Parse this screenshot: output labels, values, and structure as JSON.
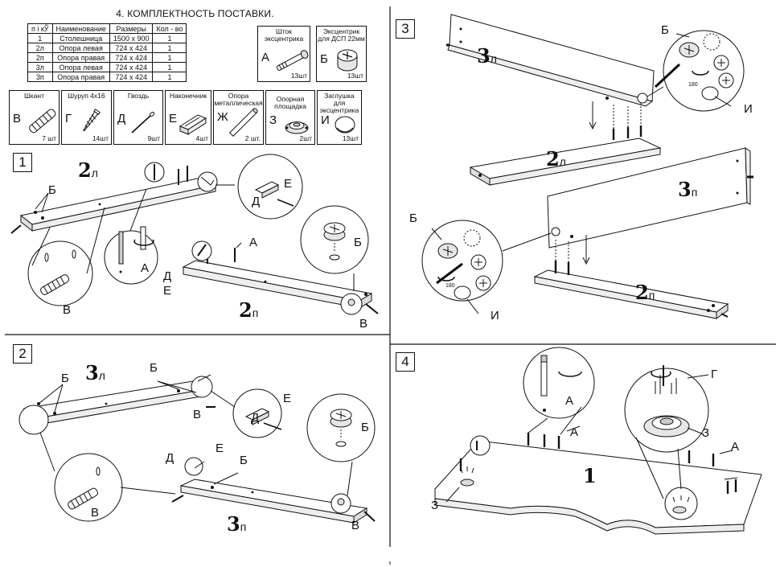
{
  "header": {
    "title": "4. КОМПЛЕКТНОСТЬ ПОСТАВКИ."
  },
  "table": {
    "headers": [
      "п  і кЎ",
      "Наименование",
      "Размеры",
      "Кол - во"
    ],
    "rows": [
      [
        "1",
        "Столешница",
        "1500 x 900",
        "1"
      ],
      [
        "2л",
        "Опора левая",
        "724 x 424",
        "1"
      ],
      [
        "2п",
        "Опора правая",
        "724 x 424",
        "1"
      ],
      [
        "3л",
        "Опора левая",
        "724 x 424",
        "1"
      ],
      [
        "3п",
        "Опора правая",
        "724 x 424",
        "1"
      ]
    ]
  },
  "parts": [
    {
      "letter": "А",
      "name": "Шток эксцентрика",
      "qty": "13шт",
      "icon": "eccentric-rod-icon"
    },
    {
      "letter": "Б",
      "name": "Эксцентрик для ДСП 22мм",
      "qty": "13шт",
      "icon": "eccentric-cam-icon"
    },
    {
      "letter": "В",
      "name": "Шкант",
      "qty": "7 шт",
      "icon": "dowel-icon"
    },
    {
      "letter": "Г",
      "name": "Шуруп 4x16",
      "qty": "14шт",
      "icon": "screw-icon"
    },
    {
      "letter": "Д",
      "name": "Гвоздь",
      "qty": "9шт",
      "icon": "nail-icon"
    },
    {
      "letter": "Е",
      "name": "Наконечник",
      "qty": "4шт",
      "icon": "end-cap-icon"
    },
    {
      "letter": "Ж",
      "name": "Опора металлическая",
      "qty": "2 шт.",
      "icon": "metal-support-icon"
    },
    {
      "letter": "З",
      "name": "Опорная площадка",
      "qty": "2шт",
      "icon": "support-pad-icon"
    },
    {
      "letter": "И",
      "name": "Заглушка для эксцентрика",
      "qty": "13шт",
      "icon": "cam-cap-icon"
    }
  ],
  "steps": {
    "s1": {
      "num": "1",
      "tag_a": "2",
      "sub_a": "л",
      "tag_b": "2",
      "sub_b": "п",
      "labels": {
        "b1": "Б",
        "a1": "А",
        "a2": "А",
        "d1": "Д",
        "e1": "Е",
        "v1": "В",
        "v2": "В",
        "b2": "Б",
        "e2": "Е",
        "d2": "Д"
      }
    },
    "s2": {
      "num": "2",
      "tag_a": "3",
      "sub_a": "л",
      "tag_b": "3",
      "sub_b": "п",
      "labels": {
        "b1": "Б",
        "b2": "Б",
        "v1": "В",
        "e1": "Е",
        "d1": "Д",
        "b3": "Б",
        "v2": "В",
        "v3": "В",
        "e2": "Е",
        "d2": "Д",
        "b4": "Б"
      }
    },
    "s3": {
      "num": "3",
      "tag_a": "3",
      "sub_a": "л",
      "tag_b": "2",
      "sub_b": "л",
      "tag_c": "3",
      "sub_c": "п",
      "tag_d": "2",
      "sub_d": "п",
      "labels": {
        "b1": "Б",
        "i1": "И",
        "b2": "Б",
        "i2": "И"
      },
      "angle": "180"
    },
    "s4": {
      "num": "4",
      "tag_a": "1",
      "labels": {
        "a1": "А",
        "a2": "А",
        "a3": "А",
        "g1": "Г",
        "z1": "З",
        "z2": "З"
      }
    }
  },
  "colors": {
    "line": "#111111",
    "light": "#f4f4f4",
    "mid": "#d8d8d8"
  }
}
